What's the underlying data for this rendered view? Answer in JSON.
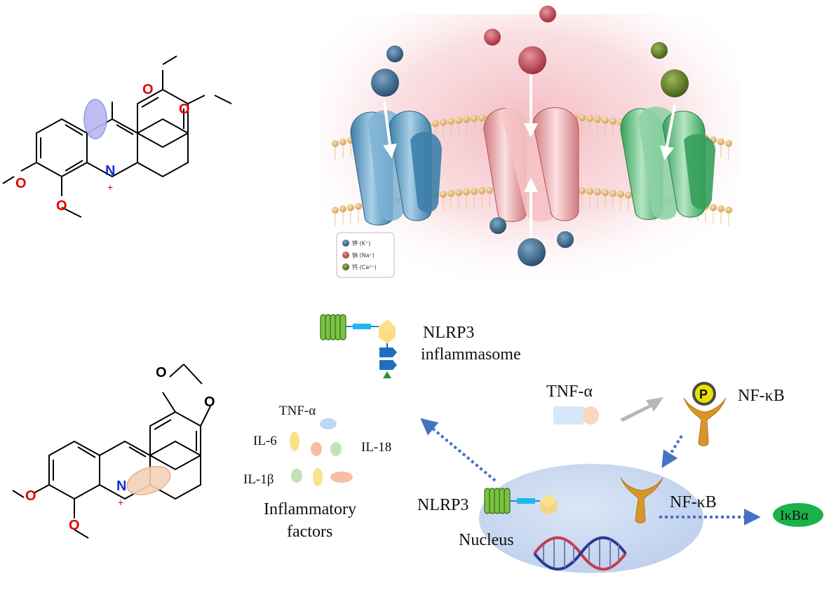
{
  "labels": {
    "nlrp3_top": "NLRP3",
    "inflammasome": "inflammasome",
    "tnf_right": "TNF-α",
    "nfkb_top": "NF-κB",
    "tnf_cluster": "TNF-α",
    "il6": "IL-6",
    "il18": "IL-18",
    "il1b": "IL-1β",
    "inflammatory": "Inflammatory",
    "factors": "factors",
    "nlrp3_nucleus": "NLRP3",
    "nucleus": "Nucleus",
    "nfkb_nucleus": "NF-κB",
    "ikba": "IκBα",
    "phospho": "P"
  },
  "legend": {
    "k": "钾 (K⁺)",
    "na": "钠 (Na⁺)",
    "ca": "钙 (Ca²⁺)"
  },
  "atoms": {
    "oxygen": "O",
    "nitrogen": "N",
    "plus": "+"
  },
  "colors": {
    "potassium": "#3d6a8e",
    "sodium": "#c4525c",
    "calcium": "#5e7a2a",
    "oxygen_red": "#e00000",
    "nitrogen_blue": "#1030d0",
    "arrow_blue": "#4472c4",
    "ikba_green": "#1ab34a",
    "receptor_orange": "#d8962a",
    "nucleus_fill": "#c9d8f0"
  }
}
